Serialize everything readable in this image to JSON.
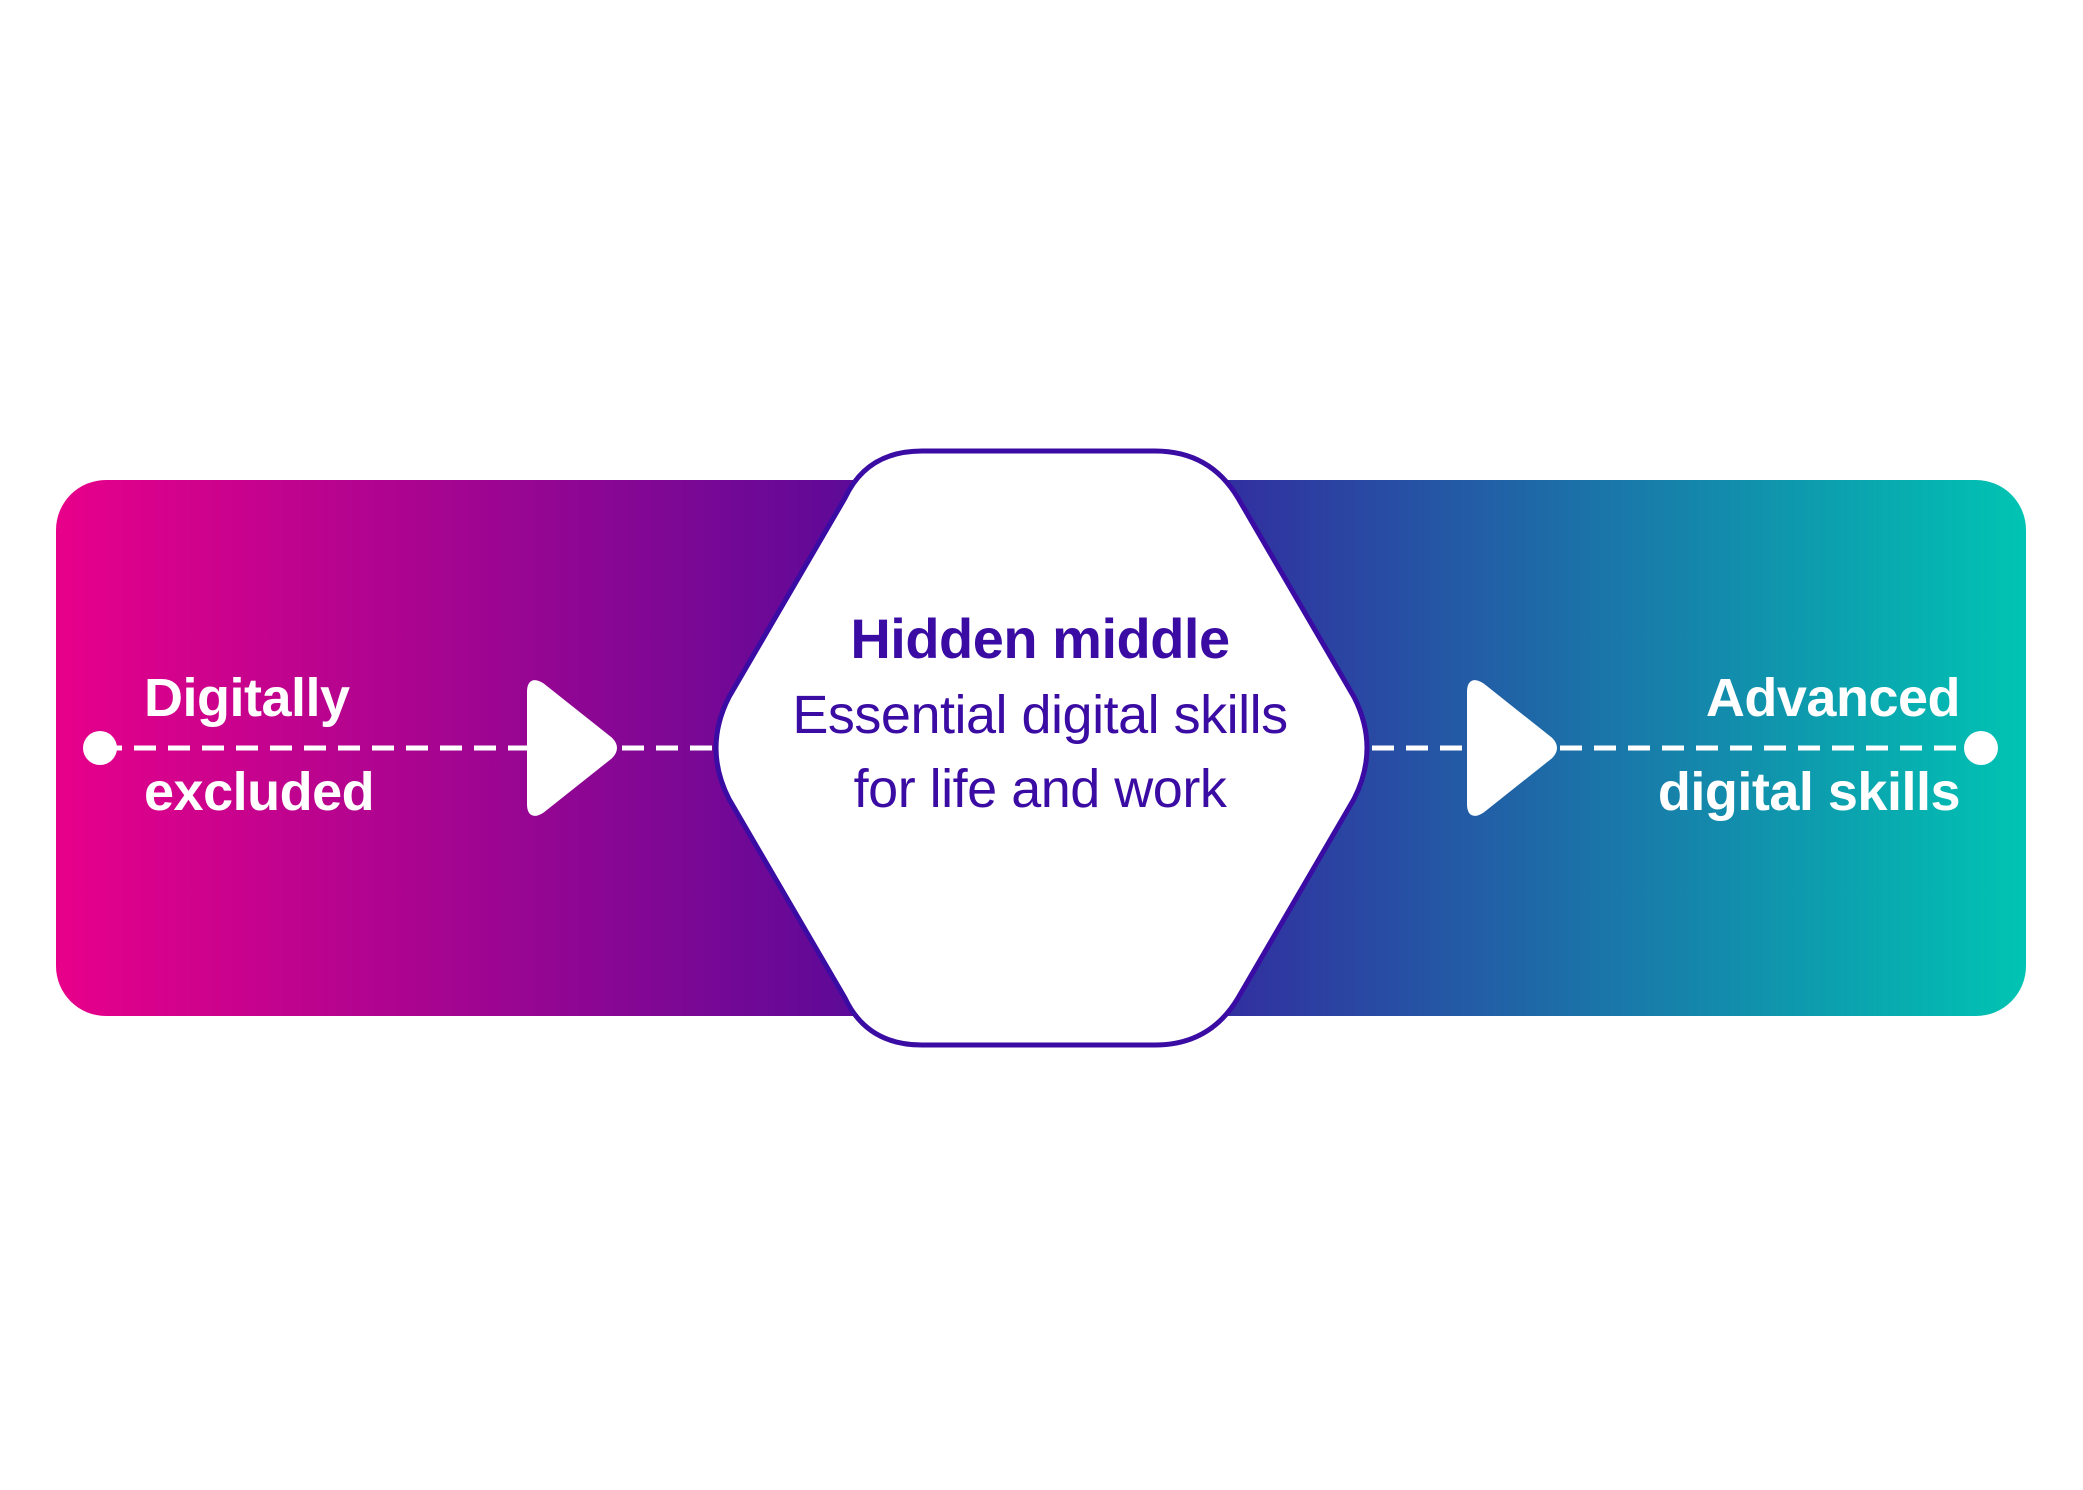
{
  "stages": {
    "start": {
      "line1": "Digitally",
      "line2": "excluded"
    },
    "middle": {
      "title": "Hidden middle",
      "subtitle_line1": "Essential digital skills",
      "subtitle_line2": "for life and work"
    },
    "end": {
      "line1": "Advanced",
      "line2": "digital skills"
    }
  },
  "colors": {
    "gradient_start": "#e8008a",
    "gradient_mid": "#3d0c9b",
    "gradient_end": "#00c4b3",
    "hexagon_border": "#3a0ca3",
    "hexagon_fill": "#ffffff",
    "text_light": "#ffffff",
    "text_dark": "#3a0ca3"
  },
  "icons": {
    "start_marker": "circle-dot-icon",
    "arrow": "play-triangle-icon",
    "end_marker": "circle-dot-icon"
  }
}
